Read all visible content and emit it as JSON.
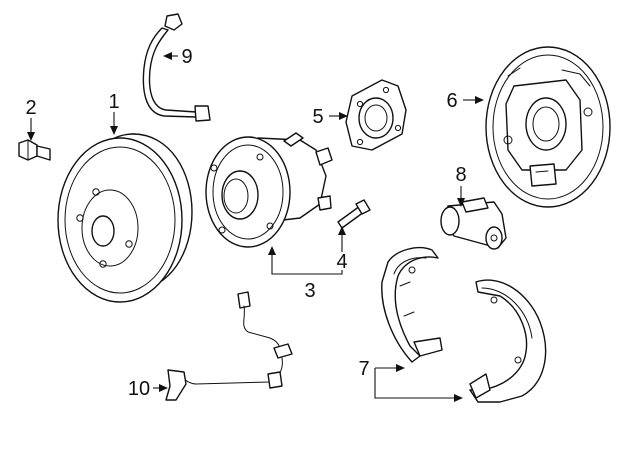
{
  "callouts": [
    {
      "id": "c1",
      "label": "1"
    },
    {
      "id": "c2",
      "label": "2"
    },
    {
      "id": "c3",
      "label": "3"
    },
    {
      "id": "c4",
      "label": "4"
    },
    {
      "id": "c5",
      "label": "5"
    },
    {
      "id": "c6",
      "label": "6"
    },
    {
      "id": "c7",
      "label": "7"
    },
    {
      "id": "c8",
      "label": "8"
    },
    {
      "id": "c9",
      "label": "9"
    },
    {
      "id": "c10",
      "label": "10"
    }
  ],
  "colors": {
    "line": "#111111",
    "background": "#ffffff"
  }
}
